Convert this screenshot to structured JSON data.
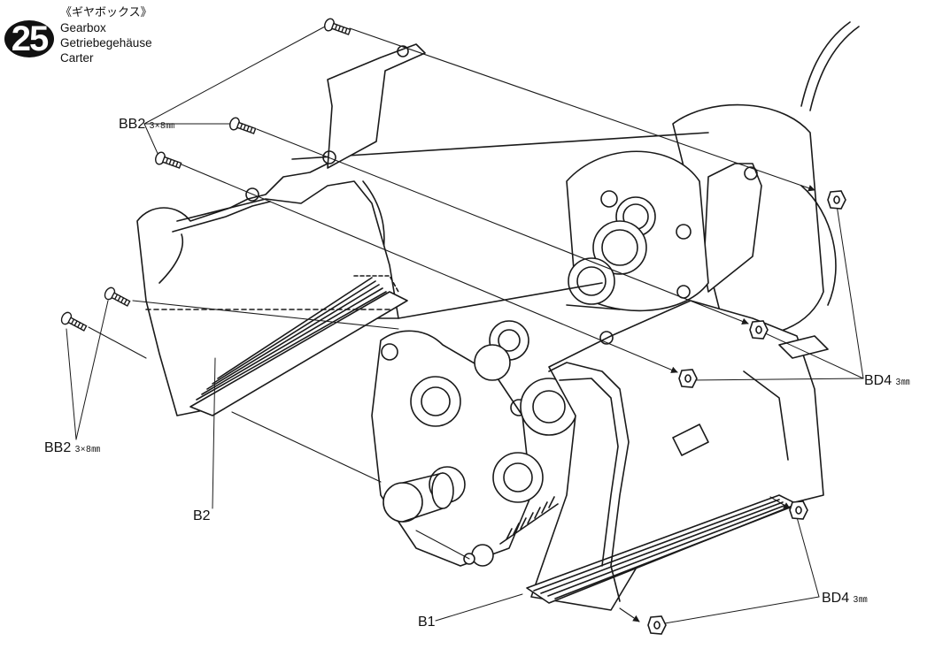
{
  "step": {
    "number": "25"
  },
  "title": {
    "japanese": "《ギヤボックス》",
    "english": "Gearbox",
    "german": "Getriebegehäuse",
    "french": "Carter"
  },
  "labels": {
    "bb2_upper": {
      "part": "BB2",
      "size": "3×8㎜"
    },
    "bb2_lower": {
      "part": "BB2",
      "size": "3×8㎜"
    },
    "bd4_right": {
      "part": "BD4",
      "size": "3㎜"
    },
    "bd4_lower": {
      "part": "BD4",
      "size": "3㎜"
    },
    "b2": "B2",
    "b1": "B1"
  },
  "colors": {
    "line": "#1a1a1a",
    "badge": "#111111",
    "fill": "#ffffff",
    "shade": "#d8d8d8"
  },
  "icons": [
    "screw-icon",
    "nut-icon",
    "arrow-icon"
  ]
}
